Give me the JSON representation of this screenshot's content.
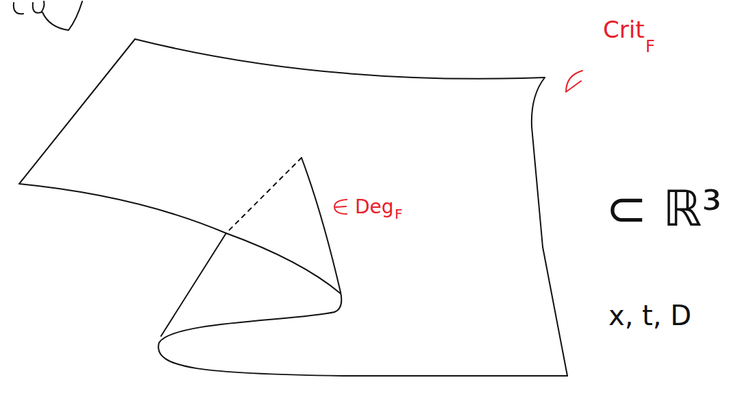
{
  "diagram": {
    "labels": [
      "Crit",
      "F",
      "Deg",
      "F",
      "⊂ ℝ³",
      "x, t, D"
    ]
  }
}
